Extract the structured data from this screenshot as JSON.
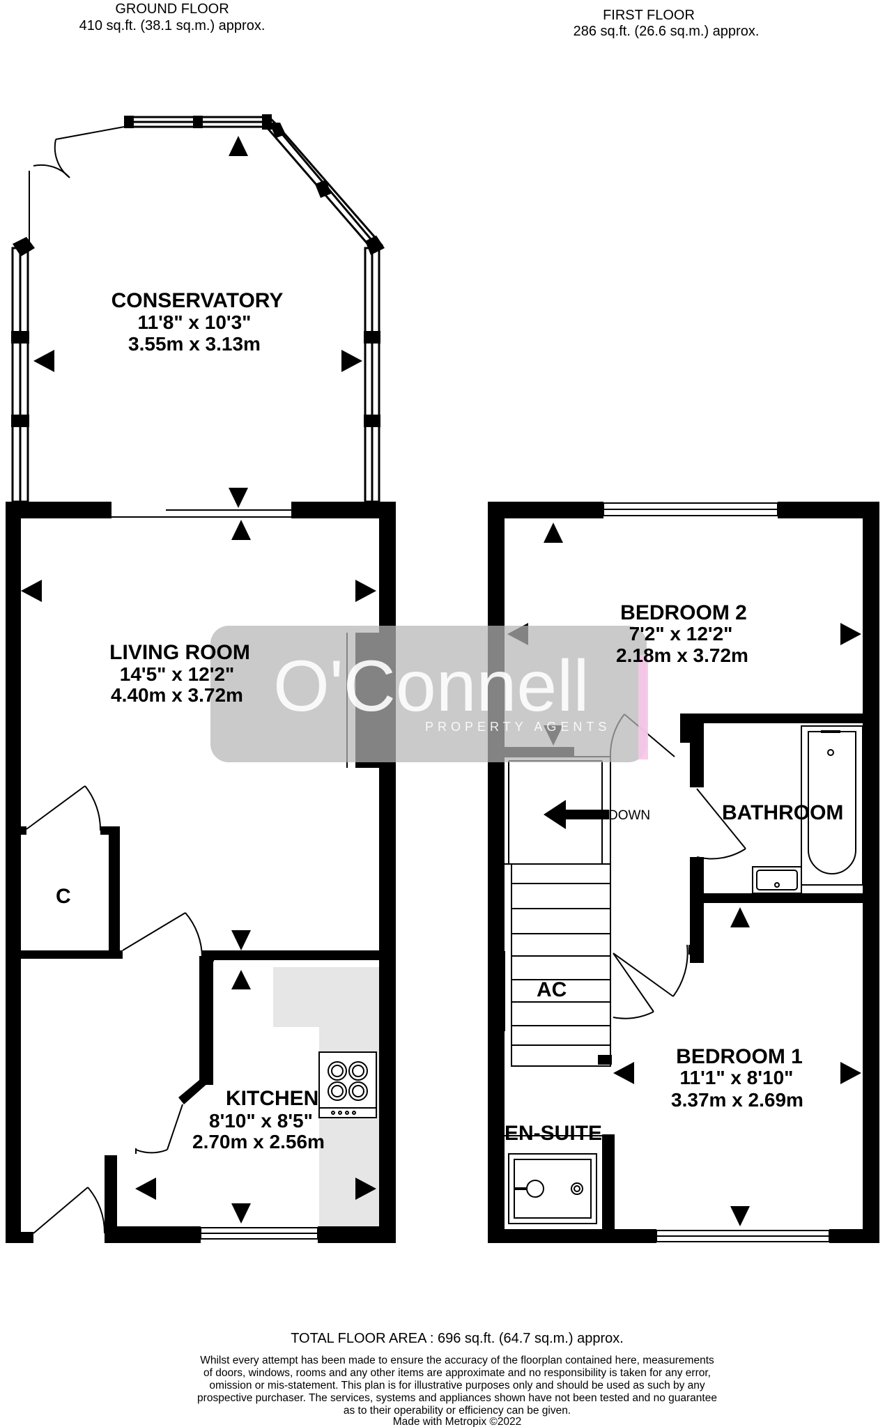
{
  "ground_floor": {
    "title": "GROUND FLOOR",
    "area": "410 sq.ft. (38.1 sq.m.) approx.",
    "rooms": {
      "conservatory": {
        "name": "CONSERVATORY",
        "imperial": "11'8\"  x 10'3\"",
        "metric": "3.55m  x 3.13m"
      },
      "living_room": {
        "name": "LIVING ROOM",
        "imperial": "14'5\"  x 12'2\"",
        "metric": "4.40m  x 3.72m"
      },
      "kitchen": {
        "name": "KITCHEN",
        "imperial": "8'10\"  x 8'5\"",
        "metric": "2.70m  x 2.56m"
      },
      "cupboard": {
        "name": "C"
      }
    }
  },
  "first_floor": {
    "title": "FIRST FLOOR",
    "area": "286 sq.ft. (26.6 sq.m.) approx.",
    "rooms": {
      "bedroom2": {
        "name": "BEDROOM 2",
        "imperial": "7'2\"  x 12'2\"",
        "metric": "2.18m  x 3.72m"
      },
      "bathroom": {
        "name": "BATHROOM"
      },
      "bedroom1": {
        "name": "BEDROOM 1",
        "imperial": "11'1\"  x 8'10\"",
        "metric": "3.37m  x 2.69m"
      },
      "ensuite": {
        "name": "EN-SUITE"
      },
      "airing_cupboard": {
        "name": "AC"
      },
      "stairs": {
        "label": "DOWN"
      }
    }
  },
  "watermark": {
    "brand": "O'Connell",
    "tagline": "PROPERTY AGENTS"
  },
  "footer": {
    "total_area": "TOTAL FLOOR AREA : 696 sq.ft. (64.7 sq.m.) approx.",
    "disclaimer_lines": [
      "Whilst every attempt has been made to ensure the accuracy of the floorplan contained here, measurements",
      "of doors, windows, rooms and any other items are approximate and no responsibility is taken for any error,",
      "omission or mis-statement. This plan is for illustrative purposes only and should be used as such by any",
      "prospective purchaser. The services, systems and appliances shown have not been tested and no guarantee",
      "as to their operability or efficiency can be given."
    ],
    "credit": "Made with Metropix ©2022"
  },
  "colors": {
    "wall": "#000000",
    "watermark": "#b5b5b5",
    "kitchen_unit": "#e6e6e6",
    "pink_accent": "#f6c6e8"
  }
}
